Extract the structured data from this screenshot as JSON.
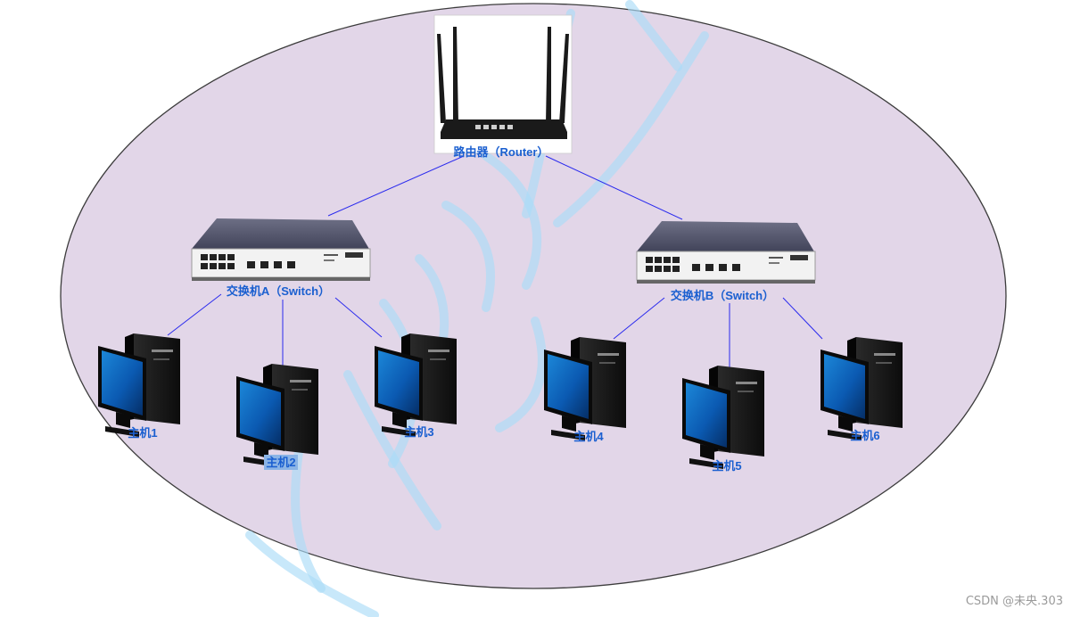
{
  "colors": {
    "ellipse_fill": "#e2d6e8",
    "ellipse_stroke": "#3c3c3c",
    "link": "#2a2aee",
    "label": "#1a5fd0",
    "highlight": "#8bb4e6"
  },
  "labels": {
    "router": "路由器（Router）",
    "switch_a": "交换机A（Switch）",
    "switch_b": "交换机B（Switch）",
    "hosts": [
      "主机1",
      "主机2",
      "主机3",
      "主机4",
      "主机5",
      "主机6"
    ]
  },
  "icons": {
    "router": "wifi-router-icon",
    "switch": "network-switch-icon",
    "host": "desktop-computer-icon"
  },
  "watermark": "CSDN @未央.303"
}
